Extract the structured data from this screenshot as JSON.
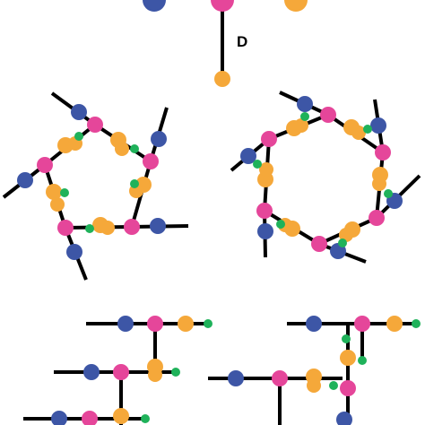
{
  "label": "D",
  "colors": {
    "blue": "#3d56a6",
    "pink": "#e5469a",
    "orange": "#f5a83a",
    "green": "#1fb25a",
    "bond": "#000000",
    "background": "#ffffff"
  },
  "legend_note": "",
  "bead_types": [
    "blue",
    "pink",
    "orange",
    "green"
  ]
}
